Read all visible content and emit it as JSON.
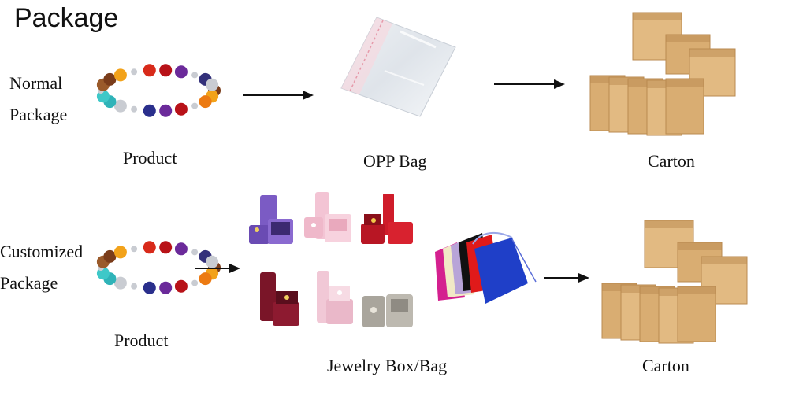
{
  "title": "Package",
  "rows": [
    {
      "label_lines": [
        "Normal",
        "Package"
      ],
      "captions": {
        "product": "Product",
        "middle": "OPP Bag",
        "carton": "Carton"
      }
    },
    {
      "label_lines": [
        "Customized",
        "Package"
      ],
      "captions": {
        "product": "Product",
        "middle": "Jewelry Box/Bag",
        "carton": "Carton"
      }
    }
  ],
  "colors": {
    "carton": "#d9ad72",
    "carton_dark": "#b98a50",
    "box_purple": "#7b5bc4",
    "box_pink": "#f3c4d4",
    "box_red": "#cf1c2a",
    "box_burgundy": "#7a1528",
    "box_light_pink": "#f1c8d6",
    "box_gray": "#bdb9b0"
  }
}
